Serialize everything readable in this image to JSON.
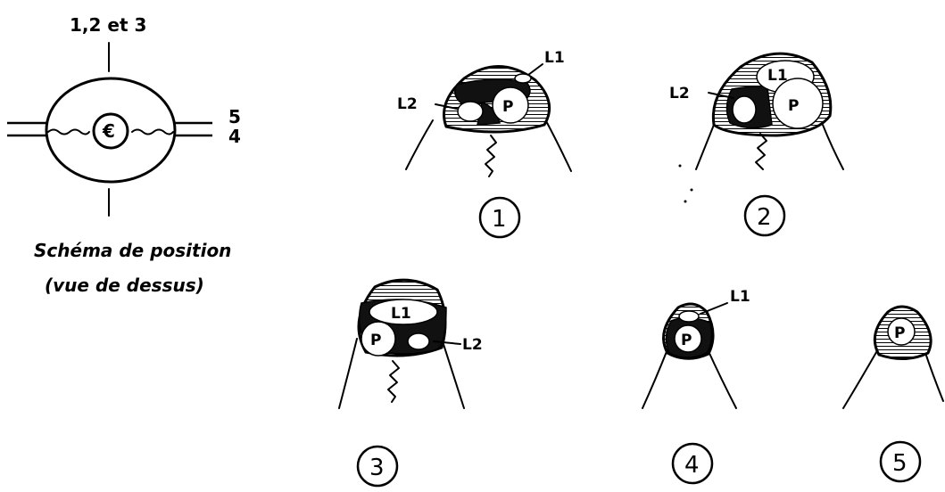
{
  "schema": {
    "top_label": "1,2 et 3",
    "right_label_top": "5",
    "right_label_bottom": "4",
    "center_symbol": "€",
    "caption_line1": "Schéma de position",
    "caption_line2": "(vue de dessus)"
  },
  "sections": [
    {
      "number": "1",
      "labels": {
        "L1": "L1",
        "L2": "L2",
        "P": "P"
      }
    },
    {
      "number": "2",
      "labels": {
        "L1": "L1",
        "L2": "L2",
        "P": "P"
      }
    },
    {
      "number": "3",
      "labels": {
        "L1": "L1",
        "L2": "L2",
        "P": "P"
      }
    },
    {
      "number": "4",
      "labels": {
        "L1": "L1",
        "P": "P"
      }
    },
    {
      "number": "5",
      "labels": {
        "P": "P"
      }
    }
  ],
  "colors": {
    "ink": "#000000",
    "paper": "#ffffff"
  }
}
